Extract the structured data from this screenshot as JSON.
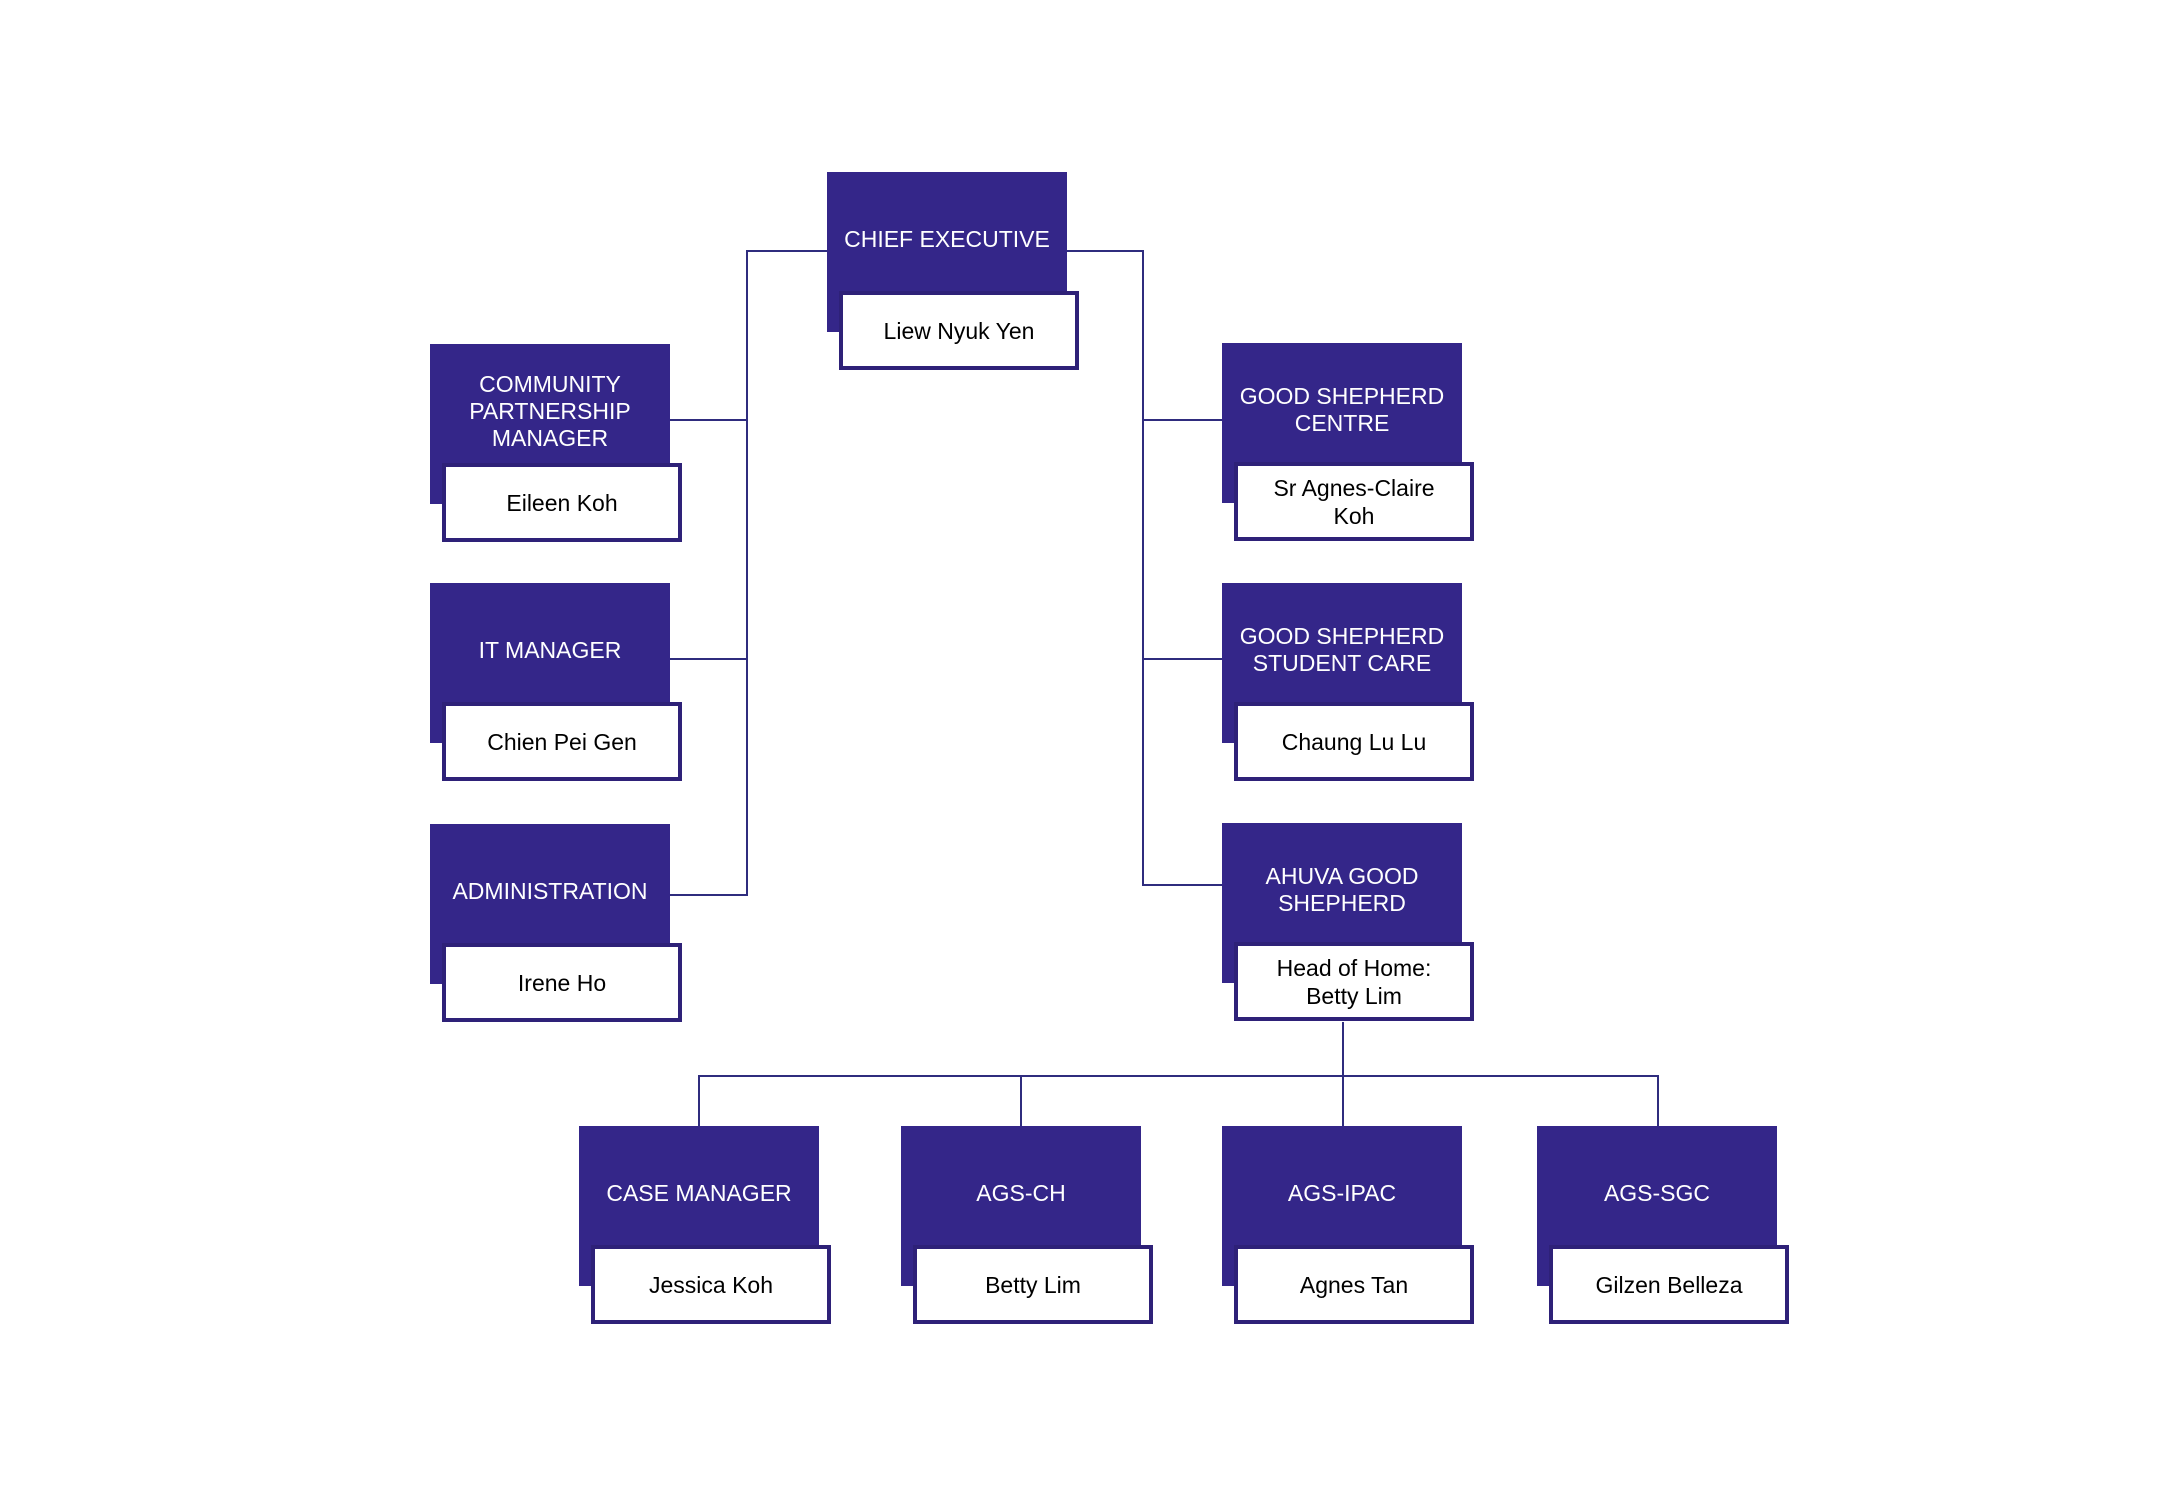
{
  "chart": {
    "type": "org-chart",
    "nodes": [
      {
        "id": "chief-executive",
        "title": "CHIEF EXECUTIVE",
        "name": "Liew Nyuk Yen"
      },
      {
        "id": "community-partnership-manager",
        "title": "COMMUNITY PARTNERSHIP MANAGER",
        "name": "Eileen Koh"
      },
      {
        "id": "it-manager",
        "title": "IT MANAGER",
        "name": "Chien Pei Gen"
      },
      {
        "id": "administration",
        "title": "ADMINISTRATION",
        "name": "Irene Ho"
      },
      {
        "id": "good-shepherd-centre",
        "title": "GOOD SHEPHERD CENTRE",
        "name": "Sr Agnes-Claire Koh"
      },
      {
        "id": "good-shepherd-student-care",
        "title": "GOOD SHEPHERD STUDENT CARE",
        "name": "Chaung Lu Lu"
      },
      {
        "id": "ahuva-good-shepherd",
        "title": "AHUVA GOOD SHEPHERD",
        "name": "Head of Home: Betty Lim"
      },
      {
        "id": "case-manager",
        "title": "CASE MANAGER",
        "name": "Jessica Koh"
      },
      {
        "id": "ags-ch",
        "title": "AGS-CH",
        "name": "Betty Lim"
      },
      {
        "id": "ags-ipac",
        "title": "AGS-IPAC",
        "name": "Agnes Tan"
      },
      {
        "id": "ags-sgc",
        "title": "AGS-SGC",
        "name": "Gilzen Belleza"
      }
    ],
    "edges": [
      {
        "from": "chief-executive",
        "to": "community-partnership-manager"
      },
      {
        "from": "chief-executive",
        "to": "it-manager"
      },
      {
        "from": "chief-executive",
        "to": "administration"
      },
      {
        "from": "chief-executive",
        "to": "good-shepherd-centre"
      },
      {
        "from": "chief-executive",
        "to": "good-shepherd-student-care"
      },
      {
        "from": "chief-executive",
        "to": "ahuva-good-shepherd"
      },
      {
        "from": "ahuva-good-shepherd",
        "to": "case-manager"
      },
      {
        "from": "ahuva-good-shepherd",
        "to": "ags-ch"
      },
      {
        "from": "ahuva-good-shepherd",
        "to": "ags-ipac"
      },
      {
        "from": "ahuva-good-shepherd",
        "to": "ags-sgc"
      }
    ],
    "colors": {
      "title_box_fill": "#342689",
      "title_text": "#ffffff",
      "name_box_fill": "#ffffff",
      "name_box_border": "#2e2178",
      "name_text": "#000000",
      "connector_line": "#2f2c7e",
      "background": "#ffffff"
    }
  }
}
